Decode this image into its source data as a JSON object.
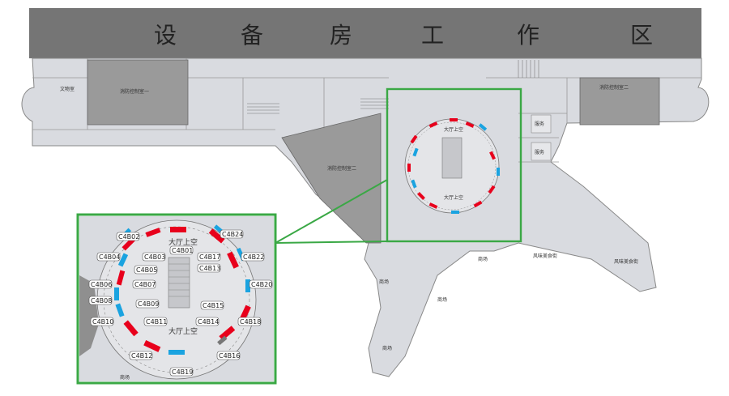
{
  "zone_title_chars": [
    "设",
    "备",
    "房",
    "工",
    "作",
    "区"
  ],
  "rooms": {
    "room_a": "文物室",
    "room_b": "消防控制室一",
    "room_c": "消防控制室二",
    "room_d": "消防控制室二",
    "service_1": "服务",
    "service_2": "服务",
    "lobby_top": "大厅上空",
    "lobby_bottom": "大厅上空",
    "corridor_left": "商场",
    "corridor_mid": "商场",
    "corridor_b1": "商场",
    "corridor_b2": "风味美食街",
    "corridor_right": "风味美食街",
    "corridor_bottom": "商场"
  },
  "inset": {
    "lobby_top": "大厅上空",
    "lobby_bottom": "大厅上空",
    "corner_label": "商场",
    "tags": [
      "C4B01",
      "C4B02",
      "C4B03",
      "C4B04",
      "C4B05",
      "C4B06",
      "C4B07",
      "C4B08",
      "C4B09",
      "C4B10",
      "C4B11",
      "C4B12",
      "C4B13",
      "C4B14",
      "C4B15",
      "C4B16",
      "C4B17",
      "C4B18",
      "C4B19",
      "C4B20",
      "C4B22",
      "C4B24"
    ]
  },
  "colors": {
    "speaker_red": "#e8001c",
    "speaker_blue": "#1aa3e0",
    "highlight_green": "#3aa845",
    "top_band": "#757575",
    "floor_fill": "#d9dbe0",
    "dark_room": "#9a9a9a"
  }
}
